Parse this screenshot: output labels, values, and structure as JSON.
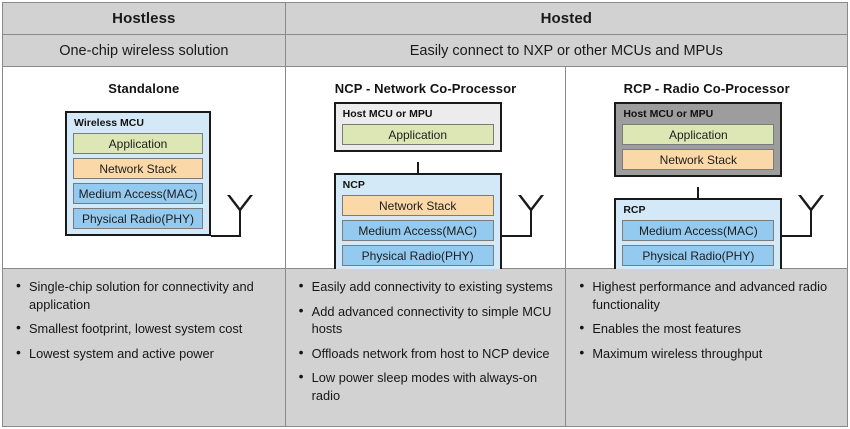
{
  "header": {
    "columns": [
      {
        "title": "Hostless",
        "subtitle": "One-chip wireless solution"
      },
      {
        "title": "Hosted",
        "subtitle": "Easily connect to NXP or other MCUs and MPUs"
      }
    ]
  },
  "colors": {
    "application": "#dde7b5",
    "network_stack": "#fbd8a8",
    "mac": "#94caef",
    "phy": "#94caef",
    "chip_light_blue": "#d4e9f7",
    "host_gray": "#ececec",
    "host_dark_gray": "#9d9d9d",
    "table_header": "#d2d2d2",
    "border": "#8a8a8a"
  },
  "diagrams": [
    {
      "title": "Standalone",
      "chip_label": "Wireless MCU",
      "layers": [
        "Application",
        "Network Stack",
        "Medium Access(MAC)",
        "Physical Radio(PHY)"
      ],
      "antenna": "antenna-icon"
    },
    {
      "title": "NCP - Network Co-Processor",
      "host_label": "Host MCU or MPU",
      "host_layers": [
        "Application"
      ],
      "chip_label": "NCP",
      "layers": [
        "Network Stack",
        "Medium Access(MAC)",
        "Physical Radio(PHY)"
      ],
      "antenna": "antenna-icon"
    },
    {
      "title": "RCP - Radio Co-Processor",
      "host_label": "Host MCU or MPU",
      "host_layers": [
        "Application",
        "Network Stack"
      ],
      "chip_label": "RCP",
      "layers": [
        "Medium Access(MAC)",
        "Physical Radio(PHY)"
      ],
      "antenna": "antenna-icon"
    }
  ],
  "bullets": [
    {
      "items": [
        "Single-chip solution for connectivity and application",
        "Smallest footprint, lowest system cost",
        "Lowest system and active power"
      ]
    },
    {
      "items": [
        "Easily add connectivity to existing systems",
        "Add advanced connectivity to simple MCU hosts",
        "Offloads network from host to NCP device",
        "Low power sleep modes with always-on radio"
      ]
    },
    {
      "items": [
        "Highest performance and advanced radio functionality",
        "Enables the most features",
        "Maximum wireless throughput"
      ]
    }
  ]
}
